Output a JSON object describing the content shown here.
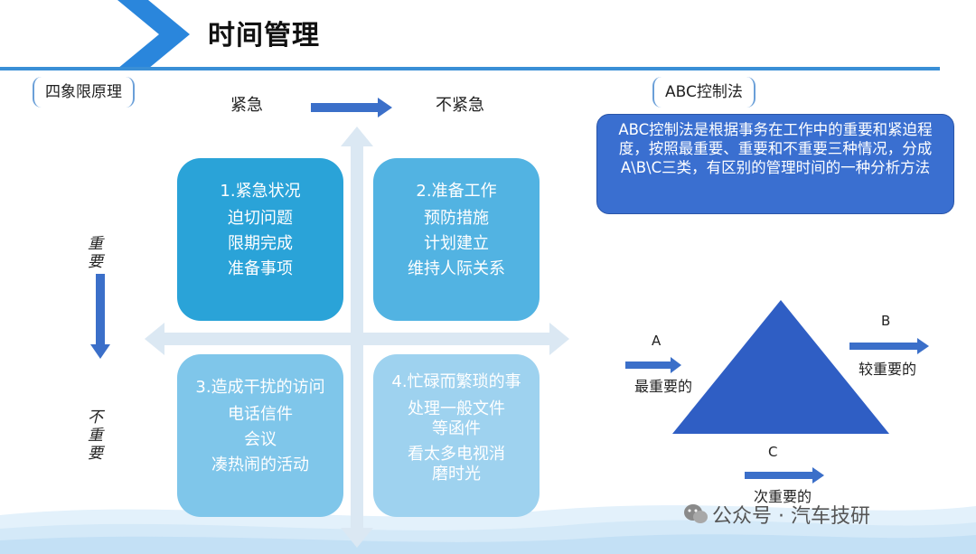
{
  "header": {
    "title": "时间管理"
  },
  "left_section": {
    "label": "四象限原理"
  },
  "axes": {
    "top_left": "紧急",
    "top_right": "不紧急",
    "left_top": "重要",
    "left_bottom": "不重要"
  },
  "quadrants": [
    {
      "title": "1.紧急状况",
      "items": [
        "迫切问题",
        "限期完成",
        "准备事项"
      ]
    },
    {
      "title": "2.准备工作",
      "items": [
        "预防措施",
        "计划建立",
        "维持人际关系"
      ]
    },
    {
      "title": "3.造成干扰的访问",
      "items": [
        "电话信件",
        "会议",
        "凑热闹的活动"
      ]
    },
    {
      "title": "4.忙碌而繁琐的事",
      "items": [
        "处理一般文件等函件",
        "看太多电视消磨时光"
      ]
    }
  ],
  "right_section": {
    "label": "ABC控制法",
    "description": "ABC控制法是根据事务在工作中的重要和紧迫程度，按照最重要、重要和不重要三种情况，分成A\\B\\C三类，有区别的管理时间的一种分析方法",
    "a_letter": "A",
    "a_label": "最重要的",
    "b_letter": "B",
    "b_label": "较重要的",
    "c_letter": "C",
    "c_label": "次重要的"
  },
  "watermark": {
    "text": "公众号 · 汽车技研"
  },
  "colors": {
    "accent_blue": "#3a8fd6",
    "arrow_blue": "#3b6fc9",
    "triangle_blue": "#2f5ec4",
    "q1": "#2aa3d8",
    "q2": "#52b3e2",
    "q3": "#7fc6ea",
    "q4": "#9ed2ef",
    "desc_box": "#3a6fd0"
  }
}
